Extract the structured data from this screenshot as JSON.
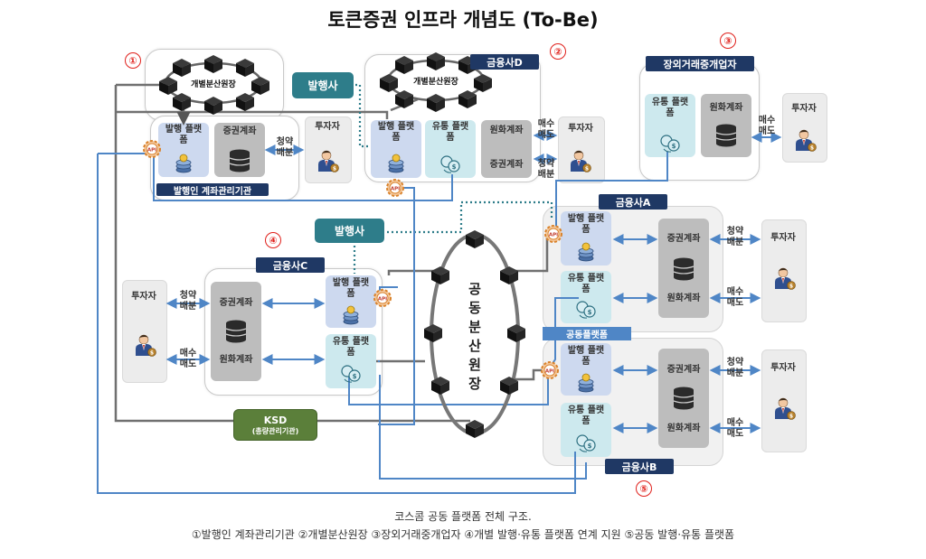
{
  "title": "토큰증권 인프라 개념도 (To-Be)",
  "markers": {
    "m1": "①",
    "m2": "②",
    "m3": "③",
    "m4": "④",
    "m5": "⑤"
  },
  "labels": {
    "ledger": "개별분산원장",
    "shared_ledger": "공동분산원장",
    "issuer": "발행사",
    "fin_a": "금융사A",
    "fin_b": "금융사B",
    "fin_c": "금융사C",
    "fin_d": "금융사D",
    "otc": "장외거래중개업자",
    "common_platform": "공동플랫폼",
    "issuer_agent": "발행인 계좌관리기관",
    "ksd": "KSD",
    "ksd_sub": "(총량관리기관)",
    "issue_platform": "발행 플랫폼",
    "dist_platform": "유통 플랫폼",
    "sec_account": "증권계좌",
    "cash_account": "원화계좌",
    "investor": "투자자",
    "subscribe": "청약 배분",
    "trade": "매수 매도",
    "api": "API"
  },
  "caption": {
    "line1": "코스콤 공동 플랫폼 전체 구조.",
    "line2": "①발행인 계좌관리기관 ②개별분산원장 ③장외거래중개업자 ④개별 발행·유통 플랫폼 연계 지원 ⑤공동 발행·유통 플랫폼"
  },
  "colors": {
    "navy": "#1f3864",
    "teal": "#2e7d8a",
    "green": "#5b7f3a",
    "blue_line": "#4f86c6",
    "gray_line": "#707070",
    "marker_red": "#e0201b",
    "lavender": "#cdd9ef",
    "light_cyan": "#cde9ee"
  },
  "icons": [
    "cube-node-icon",
    "coin-stack-icon",
    "coin-exchange-icon",
    "database-icon",
    "investor-icon",
    "api-gear-icon"
  ]
}
